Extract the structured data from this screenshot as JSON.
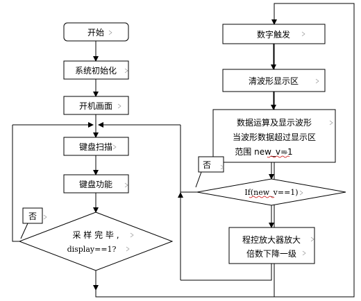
{
  "flowchart": {
    "start": "开始",
    "init": "系统初始化",
    "power_on_screen": "开机画面",
    "key_scan": "键盘扫描",
    "key_function": "键盘功能",
    "sampling_decision": {
      "line1": "采 样 完 毕 ,",
      "line2": "display==1?"
    },
    "no_label_left": "否",
    "digital_trigger": "数字触发",
    "clear_waveform": "清波形显示区",
    "compute_block": {
      "line1": "数据运算及显示波形",
      "line2": "当波形数据超过显示区",
      "line3": "范围 new_v=1"
    },
    "new_v_decision": "If(new_v==1)",
    "no_label_right": "否",
    "gain_block": {
      "line1": "程控放大器放大",
      "line2": "倍数下降一级"
    }
  }
}
